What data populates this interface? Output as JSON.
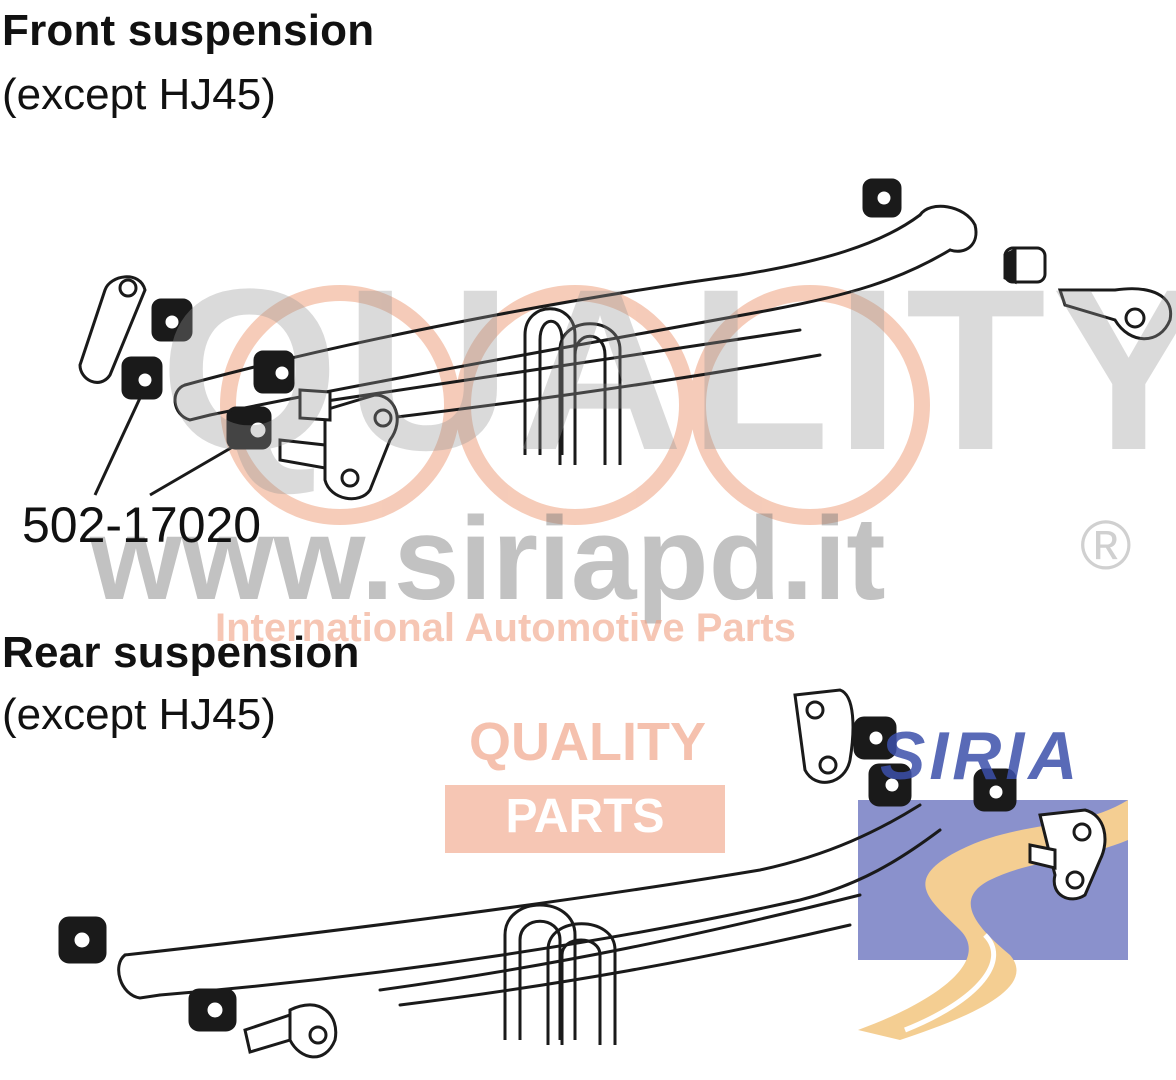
{
  "front": {
    "title": "Front suspension",
    "subtitle": "(except HJ45)",
    "part_number": "502-17020"
  },
  "rear": {
    "title": "Rear suspension",
    "subtitle": "(except HJ45)"
  },
  "watermark": {
    "big_word": "QUALITY",
    "url": "www.siriapd.it",
    "registered": "®",
    "tagline": "International Automotive Parts",
    "badge_line1": "QUALITY",
    "badge_line2": "PARTS",
    "logo": "SIRIA"
  },
  "colors": {
    "line": "#1a1a1a",
    "watermark_gray": "#c9c9c9",
    "watermark_orange": "#f2b79c",
    "logo_blue": "#4b5bb0",
    "logo_gold": "#f3c987"
  }
}
